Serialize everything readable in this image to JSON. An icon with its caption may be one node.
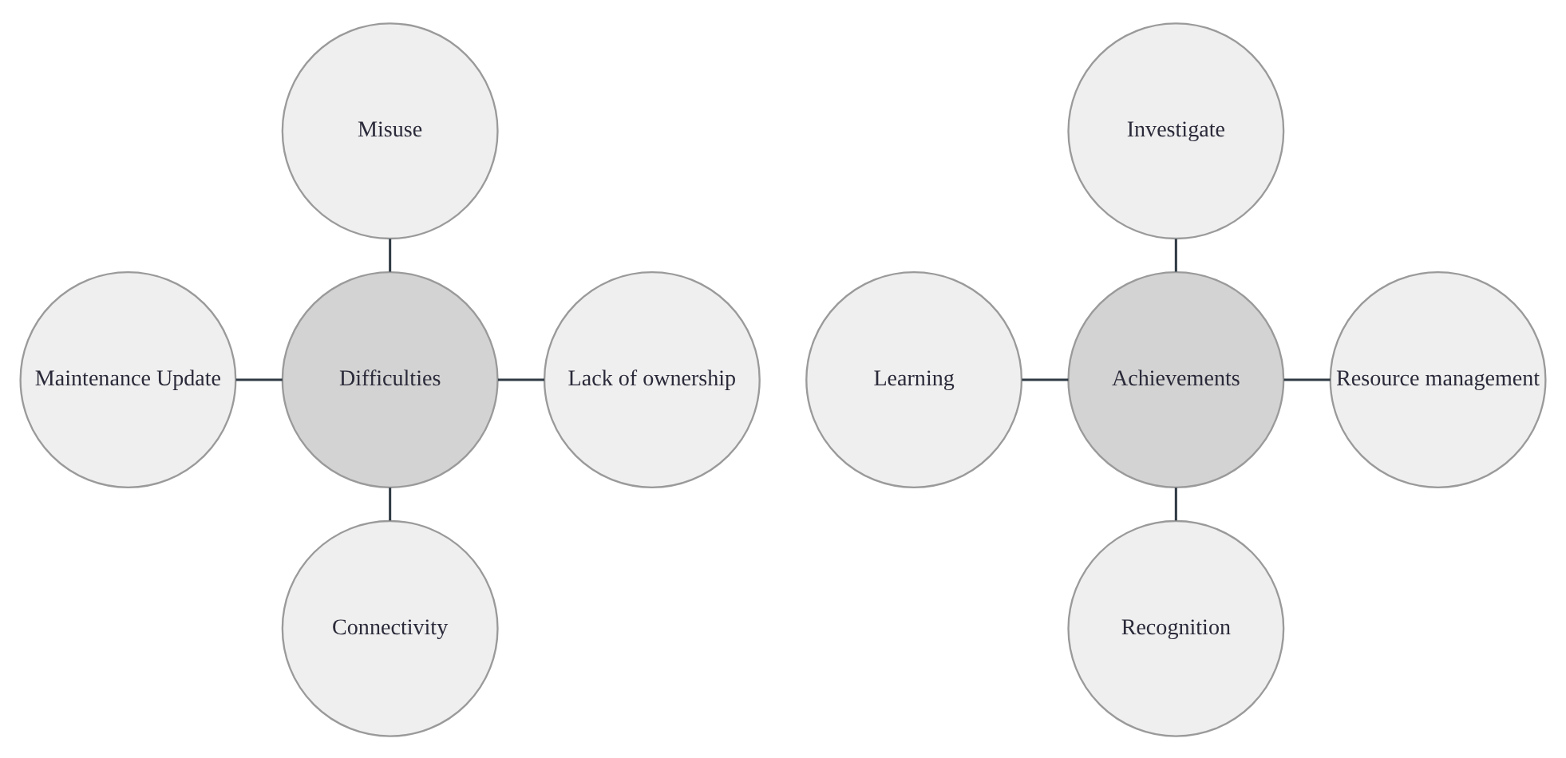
{
  "diagram": {
    "nodes": [
      {
        "text": [
          "Misuse"
        ]
      },
      {
        "text": [
          "Maintenance Update"
        ]
      },
      {
        "text": [
          "Difficulties"
        ]
      },
      {
        "text": [
          "Lack of ownership"
        ]
      },
      {
        "text": [
          "Connectivity"
        ]
      },
      {
        "text": [
          "Investigate"
        ]
      },
      {
        "text": [
          "Learning"
        ]
      },
      {
        "text": [
          "Achievements"
        ]
      },
      {
        "text": [
          "Resource management"
        ]
      },
      {
        "text": [
          "Recognition"
        ]
      }
    ],
    "edges": [
      {
        "from": 0,
        "to": 2,
        "arrow": "none"
      },
      {
        "from": 1,
        "to": 2,
        "arrow": "none"
      },
      {
        "from": 2,
        "to": 3,
        "arrow": "none"
      },
      {
        "from": 2,
        "to": 4,
        "arrow": "none"
      },
      {
        "from": 5,
        "to": 7,
        "arrow": "none"
      },
      {
        "from": 6,
        "to": 7,
        "arrow": "none"
      },
      {
        "from": 7,
        "to": 8,
        "arrow": "none"
      },
      {
        "from": 7,
        "to": 9,
        "arrow": "none"
      }
    ]
  }
}
